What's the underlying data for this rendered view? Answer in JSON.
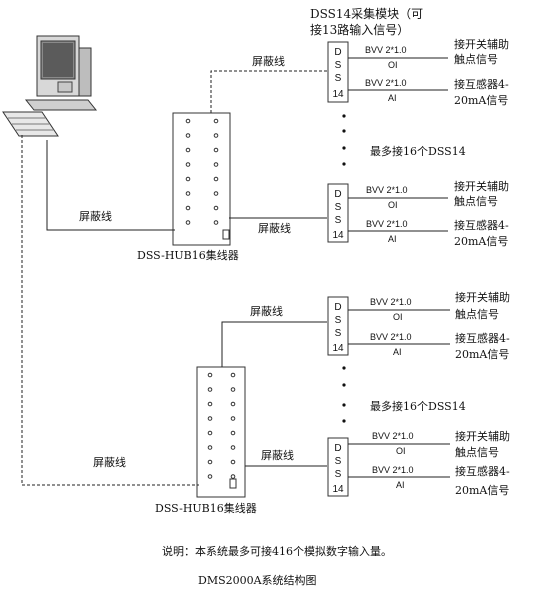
{
  "title": "DMS2000A系统结构图",
  "note": "说明：本系统最多可接416个模拟数字输入量。",
  "dss_caption_line1": "DSS14采集模块（可",
  "dss_caption_line2": "接13路输入信号）",
  "hub1_label": "DSS-HUB16集线器",
  "hub2_label": "DSS-HUB16集线器",
  "max_dss_1": "最多接16个DSS14",
  "max_dss_2": "最多接16个DSS14",
  "cable_label": "屏蔽线",
  "module_letters": [
    "D",
    "S",
    "S",
    "14"
  ],
  "signal_lines": {
    "oi_cable": "BVV 2*1.0",
    "oi_tag": "OI",
    "ai_cable": "BVV 2*1.0",
    "ai_tag": "AI"
  },
  "signals": {
    "switch_line1": "接开关辅助",
    "switch_line2": "触点信号",
    "sensor_line1": "接互感器4-",
    "sensor_line2": "20mA信号"
  }
}
